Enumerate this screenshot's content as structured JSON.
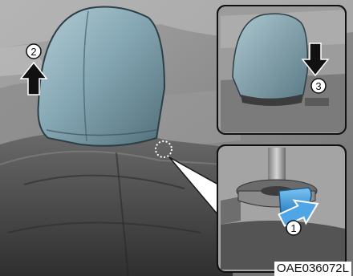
{
  "figure": {
    "code": "OAE036072L",
    "steps": {
      "step1": "1",
      "step2": "2",
      "step3": "3"
    }
  },
  "colors": {
    "headrest": "#8fb0bb",
    "seat": "#4a4a4a",
    "frame": "#222222",
    "button": "#4fa6e6"
  },
  "icons": [
    "arrow-up-icon",
    "arrow-down-icon",
    "arrow-right-icon",
    "magnifier-callout-icon"
  ]
}
